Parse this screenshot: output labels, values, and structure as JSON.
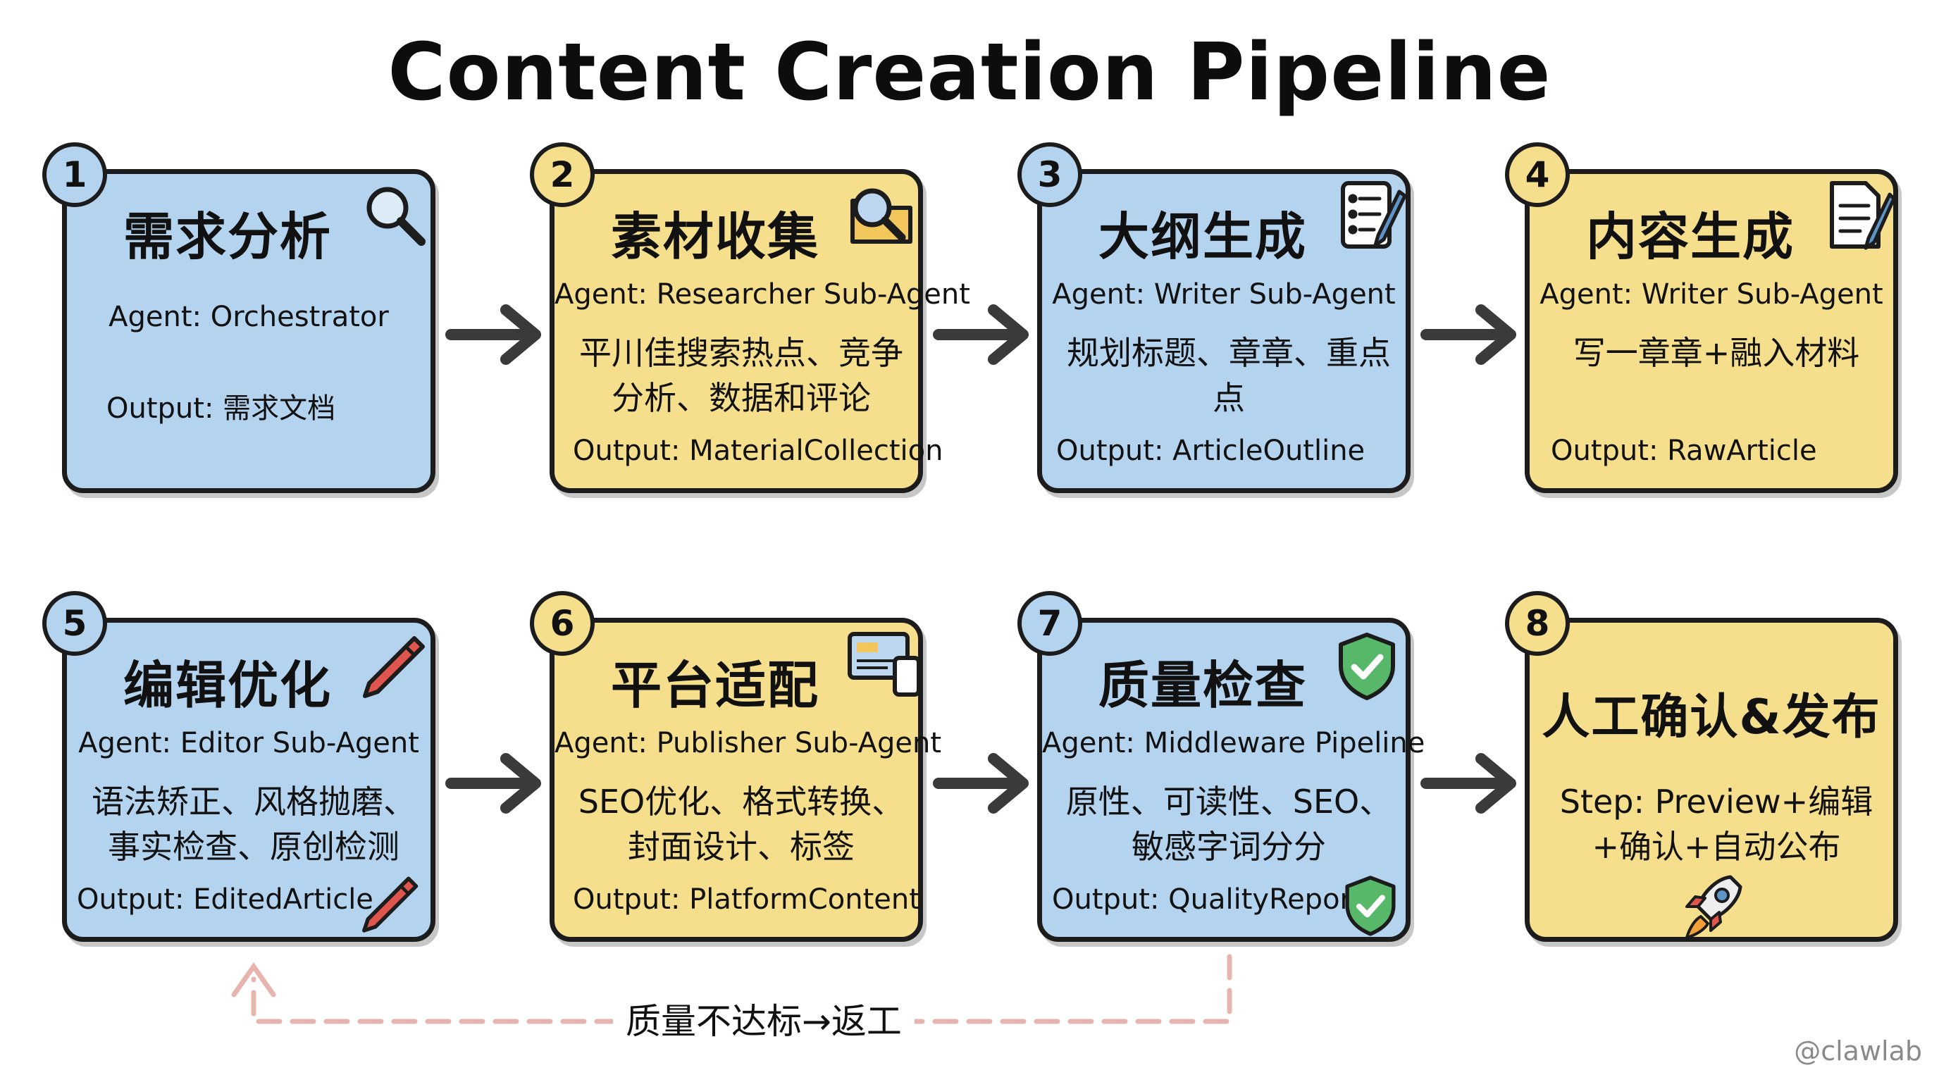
{
  "title": "Content Creation Pipeline",
  "steps": [
    {
      "number": "1",
      "title": "需求分析",
      "agent": "Agent: Orchestrator",
      "desc": "",
      "output": "Output: 需求文档",
      "icon": "magnifier-icon",
      "color": "#b4d3ef"
    },
    {
      "number": "2",
      "title": "素材收集",
      "agent": "Agent: Researcher Sub-Agent",
      "desc": "平川佳搜索热点、竞争分析、数据和评论",
      "output": "Output: MaterialCollection",
      "icon": "folder-search-icon",
      "color": "#f6df8c"
    },
    {
      "number": "3",
      "title": "大纲生成",
      "agent": "Agent: Writer Sub-Agent",
      "desc": "规划标题、章章、重点点",
      "output": "Output: ArticleOutline",
      "icon": "checklist-pen-icon",
      "color": "#b4d3ef"
    },
    {
      "number": "4",
      "title": "内容生成",
      "agent": "Agent: Writer Sub-Agent",
      "desc": "写一章章+融入材料",
      "output": "Output: RawArticle",
      "icon": "document-pen-icon",
      "color": "#f6df8c"
    },
    {
      "number": "5",
      "title": "编辑优化",
      "agent": "Agent: Editor Sub-Agent",
      "desc": "语法矫正、风格抛磨、事实检查、原创检测",
      "output": "Output: EditedArticle",
      "icon": "pencil-icon",
      "color": "#b4d3ef"
    },
    {
      "number": "6",
      "title": "平台适配",
      "agent": "Agent: Publisher Sub-Agent",
      "desc": "SEO优化、格式转换、封面设计、标签",
      "output": "Output: PlatformContent",
      "icon": "devices-icon",
      "color": "#f6df8c"
    },
    {
      "number": "7",
      "title": "质量检查",
      "agent": "Agent: Middleware Pipeline",
      "desc": "原性、可读性、SEO、敏感字词分分",
      "output": "Output: QualityReport",
      "icon": "shield-check-icon",
      "color": "#b4d3ef"
    },
    {
      "number": "8",
      "title": "人工确认&发布",
      "agent": "",
      "desc": "Step: Preview+编辑+确认+自动公布",
      "output": "",
      "icon": "rocket-icon",
      "color": "#f6df8c"
    }
  ],
  "feedback_loop": {
    "label": "质量不达标→返工",
    "color": "#e8b4b0"
  },
  "watermark": "@clawlab"
}
